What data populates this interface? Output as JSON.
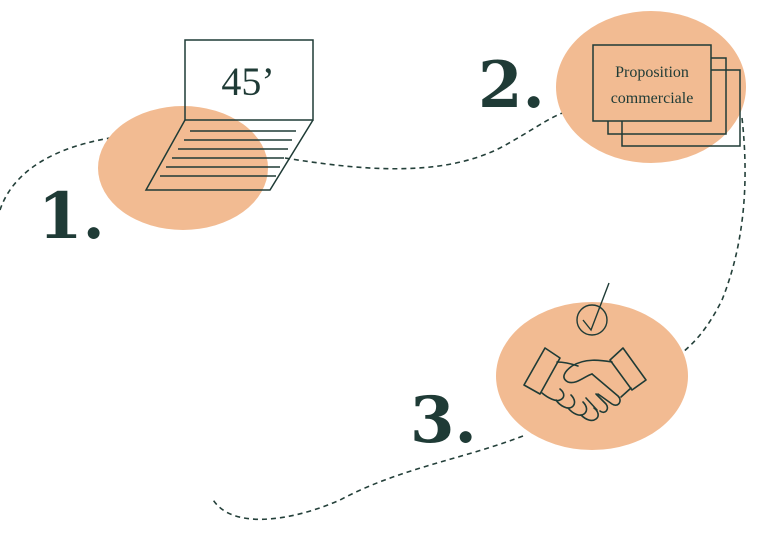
{
  "steps": [
    {
      "number": "1.",
      "icon": "laptop-icon",
      "screen_text": "45’"
    },
    {
      "number": "2.",
      "icon": "documents-icon",
      "doc_line1": "Proposition",
      "doc_line2": "commerciale"
    },
    {
      "number": "3.",
      "icon": "handshake-icon"
    }
  ],
  "colors": {
    "blob": "#f2bb92",
    "ink": "#1f3b36",
    "line": "#24403a"
  }
}
